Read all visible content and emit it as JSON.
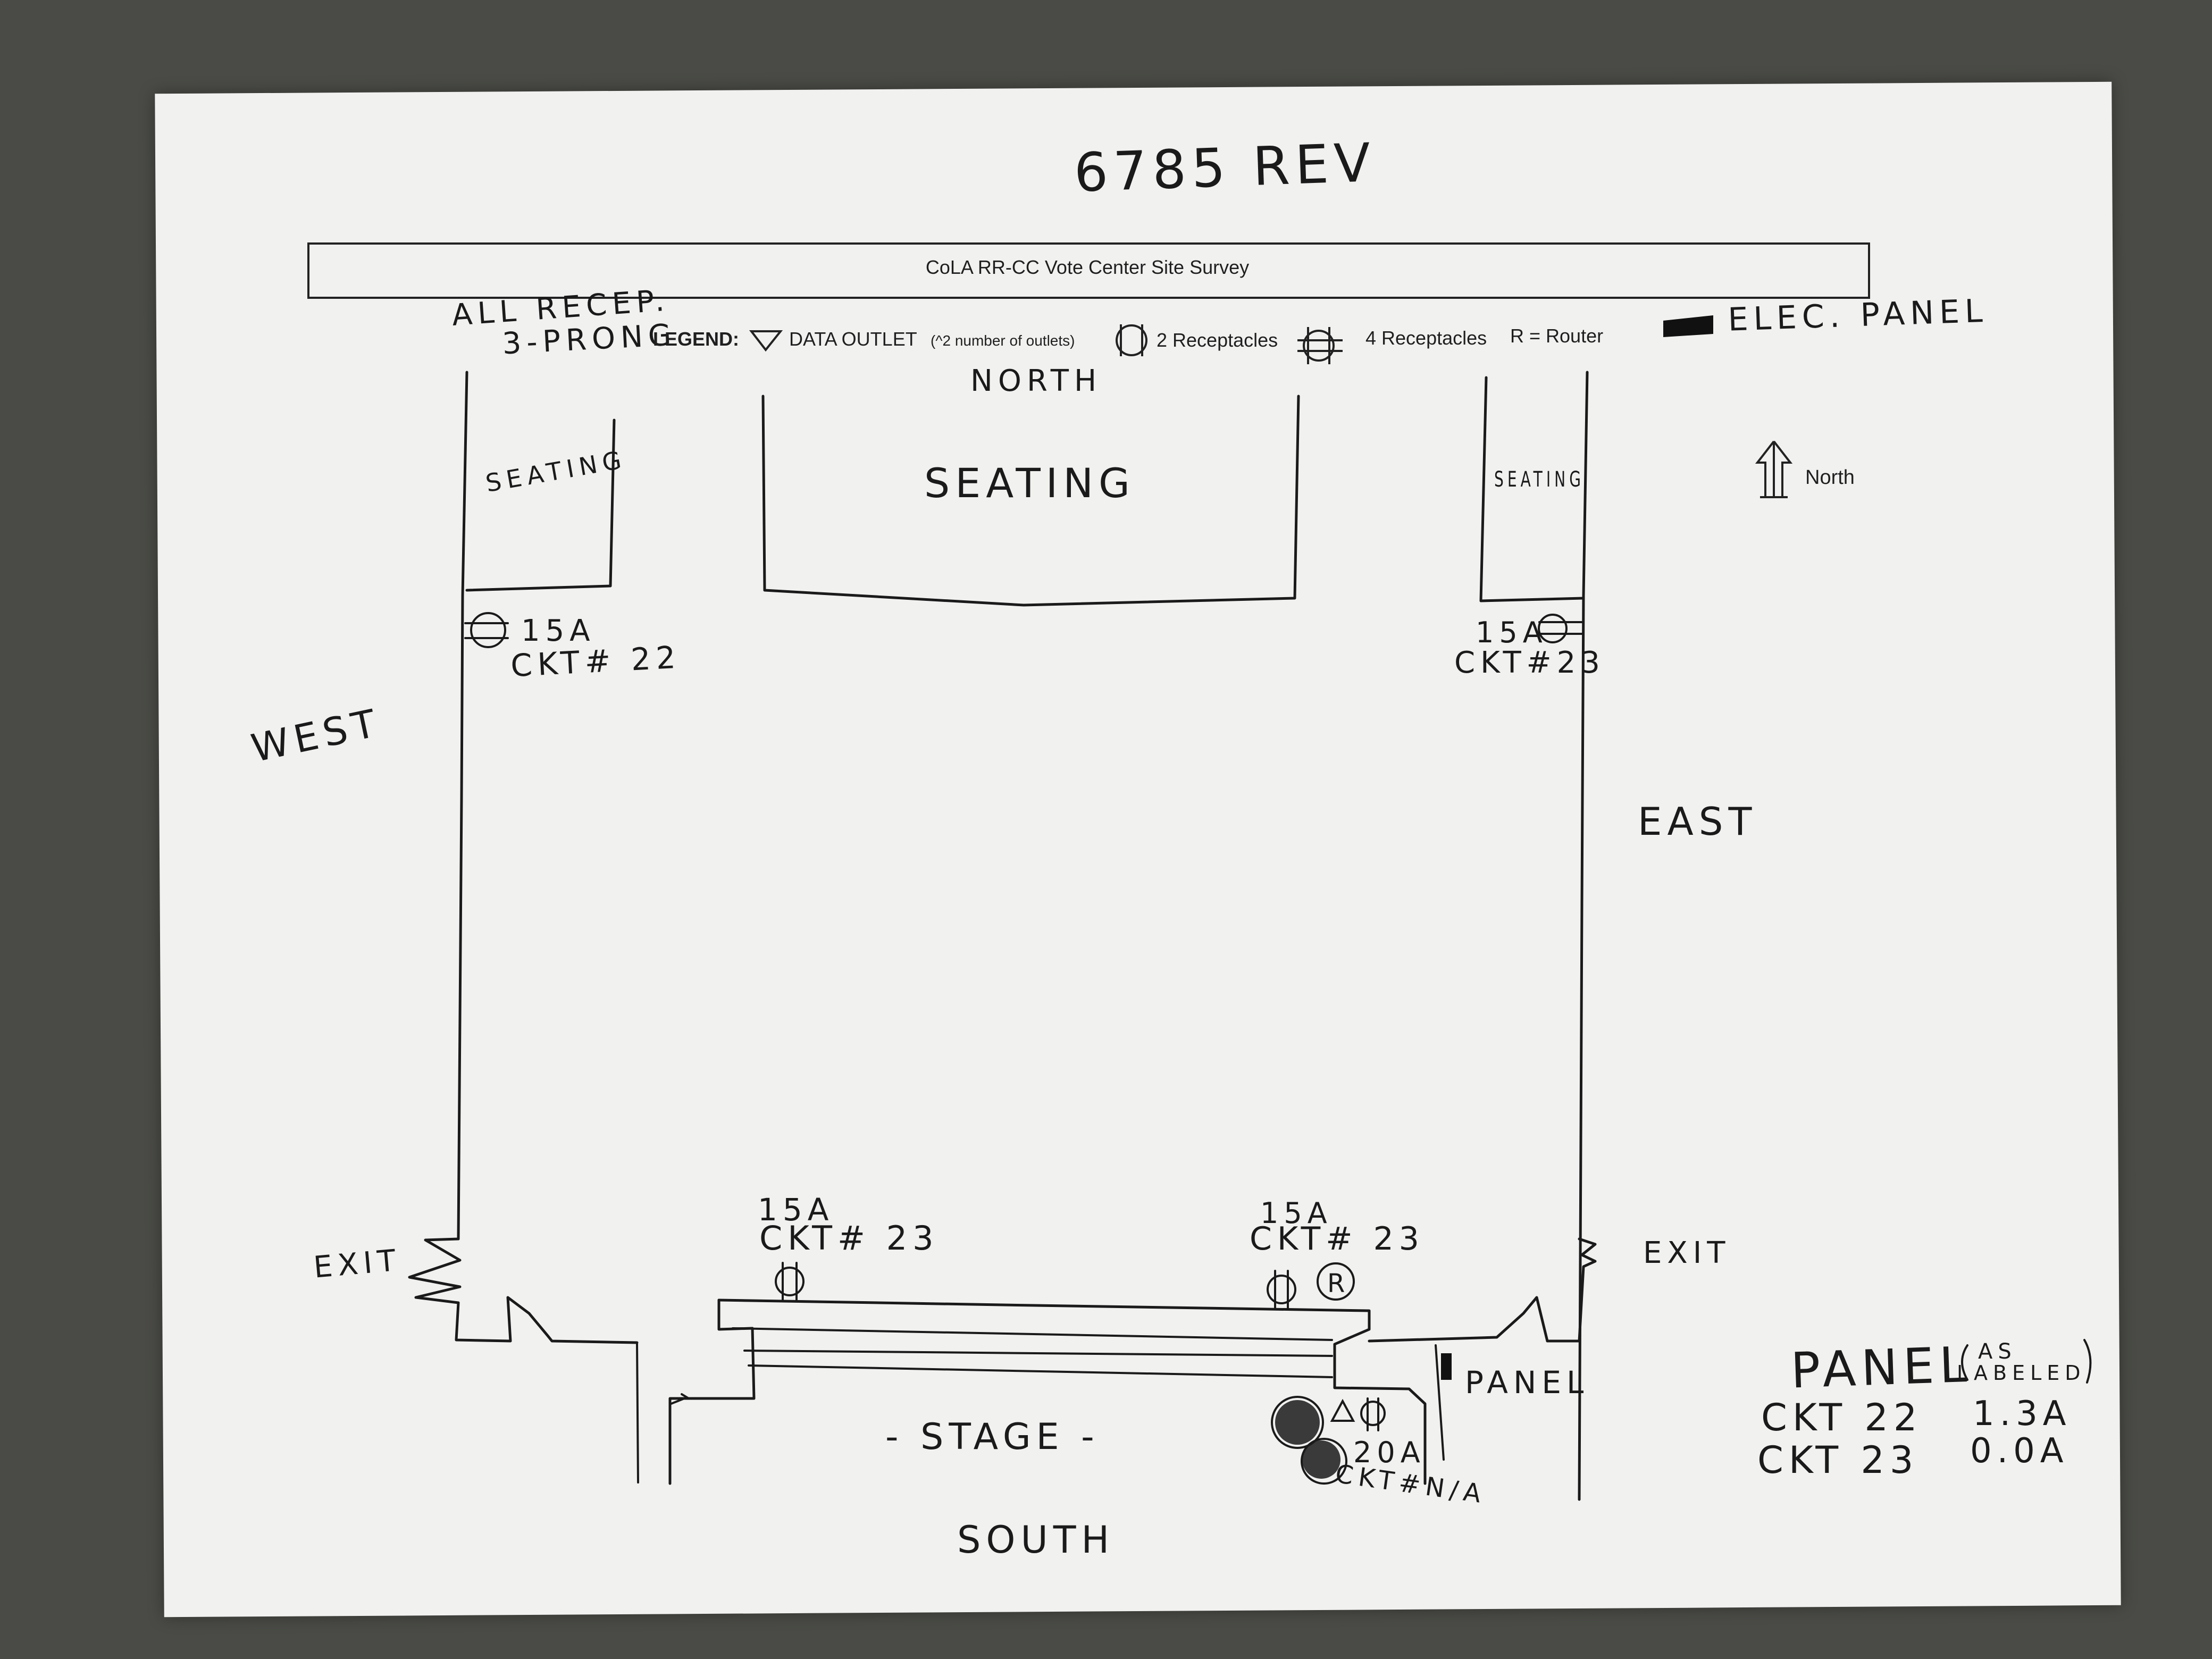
{
  "revision_note": "6785 REV",
  "title": "CoLA RR-CC Vote Center Site Survey",
  "receptacle_note": [
    "ALL RECEP.",
    "3-PRONG"
  ],
  "legend": {
    "label": "LEGEND:",
    "data_outlet": "DATA OUTLET",
    "data_outlet_note": "(^2 number of outlets)",
    "two_receptacles": "2 Receptacles",
    "four_receptacles": "4 Receptacles",
    "router": "R = Router",
    "elec_panel": "ELEC. PANEL"
  },
  "north_arrow_label": "North",
  "directions": {
    "north": "NORTH",
    "south": "SOUTH",
    "east": "EAST",
    "west": "WEST"
  },
  "areas": {
    "seating_left": "SEATING",
    "seating_center": "SEATING",
    "seating_right": "SEATING",
    "stage": "- STAGE -",
    "exit_left": "EXIT",
    "exit_right": "EXIT",
    "panel": "PANEL"
  },
  "receptacles": [
    {
      "amps": "15A",
      "circuit": "CKT# 22"
    },
    {
      "amps": "15A",
      "circuit": "CKT#23"
    },
    {
      "amps": "15A",
      "circuit": "CKT# 23"
    },
    {
      "amps": "15A",
      "circuit": "CKT# 23"
    },
    {
      "amps": "20A",
      "circuit": "CKT#N/A"
    }
  ],
  "router_symbol": "R",
  "panel_readings": {
    "title": "PANEL",
    "qualifier": [
      "AS",
      "LABELED"
    ],
    "rows": [
      {
        "circuit": "CKT 22",
        "reading": "1.3A"
      },
      {
        "circuit": "CKT 23",
        "reading": "0.0A"
      }
    ]
  },
  "colors": {
    "paper": "#f1f2f0",
    "ink": "#1a1a1a",
    "table": "#4a4b46"
  }
}
